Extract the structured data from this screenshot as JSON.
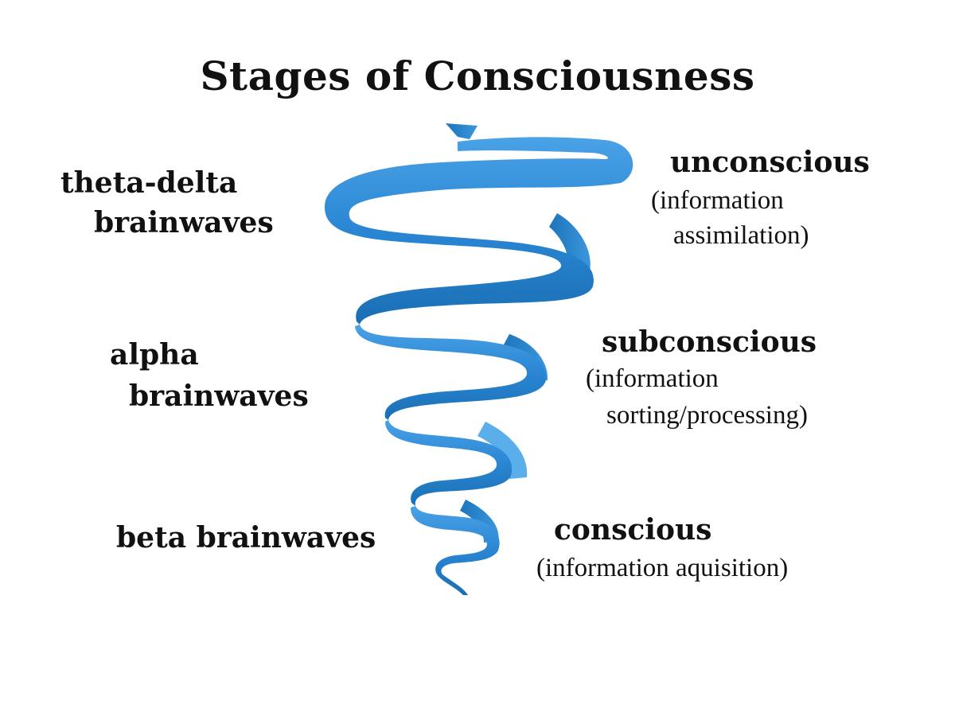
{
  "title": "Stages of Consciousness",
  "colors": {
    "spiral_main": "#2a86d4",
    "spiral_light": "#5aaeea",
    "spiral_dark": "#176aa8",
    "text": "#111111",
    "background": "#ffffff"
  },
  "brainwaves": {
    "theta_delta": [
      "theta-delta",
      "brainwaves"
    ],
    "alpha": [
      "alpha",
      "brainwaves"
    ],
    "beta": "beta brainwaves"
  },
  "stages": {
    "unconscious": {
      "name": "unconscious",
      "desc_line1": "(information",
      "desc_line2": "assimilation)"
    },
    "subconscious": {
      "name": "subconscious",
      "desc_line1": "(information",
      "desc_line2": "sorting/processing)"
    },
    "conscious": {
      "name": "conscious",
      "desc_line1": "(information aquisition)"
    }
  }
}
